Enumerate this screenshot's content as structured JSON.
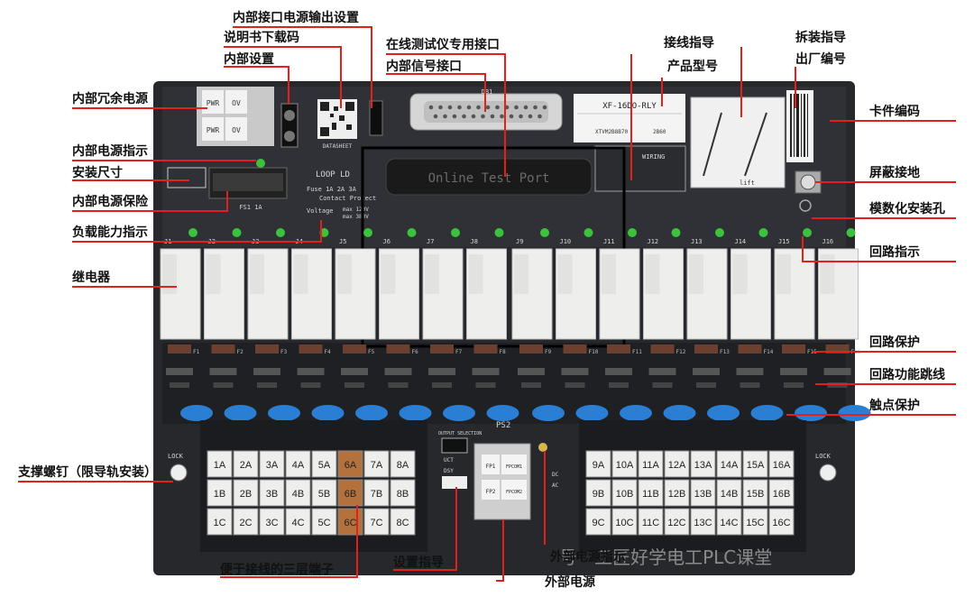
{
  "labels": {
    "internal_port_power_setting": "内部接口电源输出设置",
    "manual_download_code": "说明书下载码",
    "internal_setting": "内部设置",
    "redundant_power": "内部冗余电源",
    "online_test_port": "在线测试仪专用接口",
    "internal_signal_port": "内部信号接口",
    "wiring_guide": "接线指导",
    "product_model": "产品型号",
    "assembly_guide": "拆装指导",
    "factory_number": "出厂编号",
    "card_code": "卡件编码",
    "power_indicator": "内部电源指示",
    "install_size": "安装尺寸",
    "shield_ground": "屏蔽接地",
    "power_fuse": "内部电源保险",
    "modular_hole": "模数化安装孔",
    "load_indicator": "负载能力指示",
    "loop_indicator": "回路指示",
    "relay": "继电器",
    "loop_protect": "回路保护",
    "loop_jumper": "回路功能跳线",
    "contact_protect": "触点保护",
    "support_screw": "支撑螺钉（限导轨安装）",
    "terminal_3layer": "便于接线的三层端子",
    "setting_guide": "设置指导",
    "ext_power_indicator": "外部电源指示",
    "ext_power": "外部电源"
  },
  "board": {
    "pwr_ov_top": [
      "PWR",
      "OV"
    ],
    "pwr_ov_bottom": [
      "PWR",
      "OV"
    ],
    "datasheet": "DATASHEET",
    "loop_ld": "LOOP LD",
    "fuse_text": "Fuse 1A  2A  3A",
    "contact_protect": "Contact Protect",
    "voltage_text": "Voltage",
    "max_120": "max 120V",
    "max_380": "max 380V",
    "fs1": "FS1 1A",
    "db_label": "DB1",
    "online_test_port": "Online  Test  Port",
    "model_text": "XF-16DO-RLY",
    "serial_text": "XTVM2B8B70",
    "serial_small": "2B60",
    "wiring_text": "WIRING",
    "lift_text": "lift",
    "ps2": "PS2",
    "dsy": "DSY",
    "uct": "UCT",
    "output_selector": "OUTPUT SELECTION",
    "fp1": "FP1",
    "fpcom1": "FPCOM1",
    "fp2": "FP2",
    "fpcom2": "FPCOM2",
    "dc": "DC",
    "ac": "AC",
    "lock_left": "LOCK",
    "lock_right": "LOCK",
    "watermark": "号 · 工匠好学电工PLC课堂"
  },
  "relay_labels": [
    "J1",
    "J2",
    "J3",
    "J4",
    "J5",
    "J6",
    "J7",
    "J8",
    "J9",
    "J10",
    "J11",
    "J12",
    "J13",
    "J14",
    "J15",
    "J16"
  ],
  "fuse_labels": [
    "F1",
    "F2",
    "F3",
    "F4",
    "F5",
    "F6",
    "F7",
    "F8",
    "F9",
    "F10",
    "F11",
    "F12",
    "F13",
    "F14",
    "F15",
    "F16"
  ],
  "terminals_left": [
    [
      "1A",
      "2A",
      "3A",
      "4A",
      "5A",
      "6A",
      "7A",
      "8A"
    ],
    [
      "1B",
      "2B",
      "3B",
      "4B",
      "5B",
      "6B",
      "7B",
      "8B"
    ],
    [
      "1C",
      "2C",
      "3C",
      "4C",
      "5C",
      "6C",
      "7C",
      "8C"
    ]
  ],
  "terminals_right": [
    [
      "9A",
      "10A",
      "11A",
      "12A",
      "13A",
      "14A",
      "15A",
      "16A"
    ],
    [
      "9B",
      "10B",
      "11B",
      "12B",
      "13B",
      "14B",
      "15B",
      "16B"
    ],
    [
      "9C",
      "10C",
      "11C",
      "12C",
      "13C",
      "14C",
      "15C",
      "16C"
    ]
  ],
  "highlight_column": "6",
  "colors": {
    "leader": "#e3201b",
    "board": "#2b2d31",
    "relay": "#eeeeec",
    "terminal": "#d9d6cf",
    "terminal_highlight": "#b5713b",
    "led": "#3cc23c",
    "varistor": "#2a7fd4"
  }
}
